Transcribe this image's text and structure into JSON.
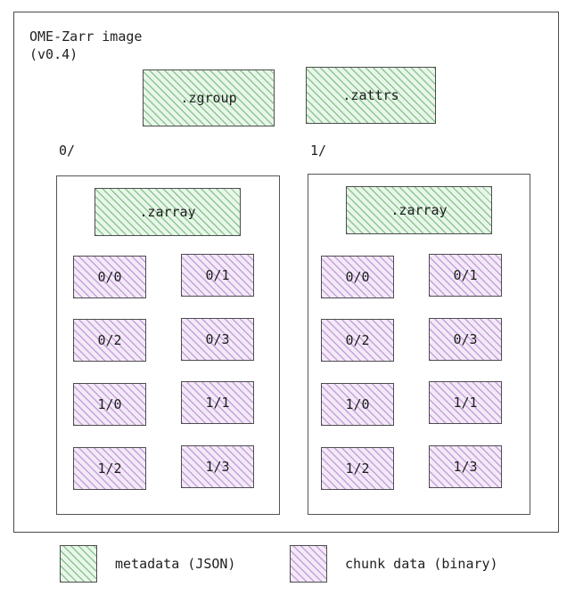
{
  "diagram": {
    "title_line1": "OME-Zarr image",
    "title_line2": "(v0.4)",
    "root_metadata": [
      {
        "label": ".zgroup",
        "kind": "metadata"
      },
      {
        "label": ".zattrs",
        "kind": "metadata"
      }
    ],
    "groups": [
      {
        "label": "0/",
        "array_metadata": {
          "label": ".zarray",
          "kind": "metadata"
        },
        "chunks": [
          {
            "label": "0/0"
          },
          {
            "label": "0/1"
          },
          {
            "label": "0/2"
          },
          {
            "label": "0/3"
          },
          {
            "label": "1/0"
          },
          {
            "label": "1/1"
          },
          {
            "label": "1/2"
          },
          {
            "label": "1/3"
          }
        ]
      },
      {
        "label": "1/",
        "array_metadata": {
          "label": ".zarray",
          "kind": "metadata"
        },
        "chunks": [
          {
            "label": "0/0"
          },
          {
            "label": "0/1"
          },
          {
            "label": "0/2"
          },
          {
            "label": "0/3"
          },
          {
            "label": "1/0"
          },
          {
            "label": "1/1"
          },
          {
            "label": "1/2"
          },
          {
            "label": "1/3"
          }
        ]
      }
    ],
    "legend": [
      {
        "label": "metadata (JSON)",
        "kind": "metadata",
        "color": "#3fa047"
      },
      {
        "label": "chunk data (binary)",
        "kind": "chunk",
        "color": "#a562c4"
      }
    ]
  }
}
